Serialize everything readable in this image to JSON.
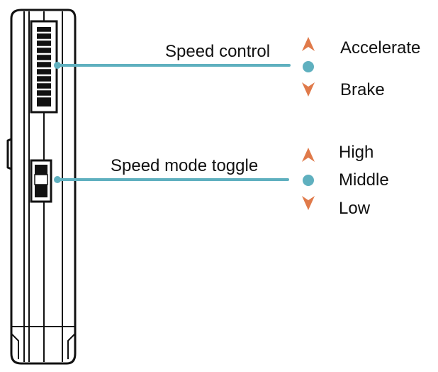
{
  "colors": {
    "leader": "#5fb0bf",
    "arrow": "#e07a4a",
    "dot": "#5fb0bf",
    "outline": "#111111"
  },
  "callouts": {
    "speed_control": {
      "label": "Speed control",
      "options": [
        {
          "icon": "up-arrow-icon",
          "label": "Accelerate"
        },
        {
          "icon": "dot-icon",
          "label": ""
        },
        {
          "icon": "down-arrow-icon",
          "label": "Brake"
        }
      ]
    },
    "speed_mode": {
      "label": "Speed mode toggle",
      "options": [
        {
          "icon": "up-arrow-icon",
          "label": "High"
        },
        {
          "icon": "dot-icon",
          "label": "Middle"
        },
        {
          "icon": "down-arrow-icon",
          "label": "Low"
        }
      ]
    }
  }
}
